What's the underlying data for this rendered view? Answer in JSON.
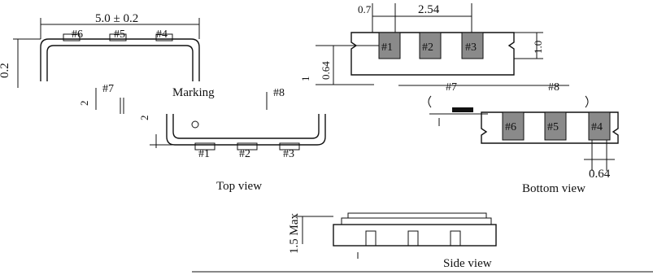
{
  "top_view": {
    "width_dim": "5.0 ± 0.2",
    "left_dim": "0.2",
    "marking_label": "Marking",
    "caption": "Top view",
    "pins_top": [
      "#6",
      "#5",
      "#4"
    ],
    "pins_bottom": [
      "#1",
      "#2",
      "#3"
    ],
    "pin7": "#7",
    "pin8": "#8",
    "small_dim": "2",
    "small_dim_right": "2"
  },
  "bottom_view": {
    "dim_07": "0.7",
    "dim_254": "2.54",
    "dim_10": "1.0",
    "dim_064_left": "0.64",
    "dim_064_bottom": "0.64",
    "dim_1": "1",
    "pins_top": [
      "#1",
      "#2",
      "#3"
    ],
    "pins_bottom": [
      "#6",
      "#5",
      "#4"
    ],
    "pin7": "#7",
    "pin8": "#8",
    "caption": "Bottom view"
  },
  "side_view": {
    "height_dim": "1.5 Max",
    "caption": "Side view"
  }
}
